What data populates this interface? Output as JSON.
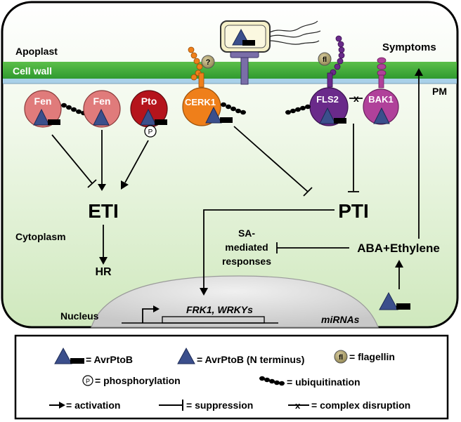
{
  "regions": {
    "apoplast": "Apoplast",
    "cell_wall": "Cell wall",
    "pm": "PM",
    "symptoms": "Symptoms",
    "cytoplasm": "Cytoplasm",
    "nucleus": "Nucleus",
    "mirnas": "miRNAs"
  },
  "receptors": {
    "fen1": "Fen",
    "fen2": "Fen",
    "pto": "Pto",
    "cerk1": "CERK1",
    "fls2": "FLS2",
    "bak1": "BAK1",
    "cerk1_ligand": "?",
    "fls2_ligand": "fl",
    "phospho": "P",
    "disruption_mark": "x"
  },
  "nodes": {
    "eti": "ETI",
    "pti": "PTI",
    "hr": "HR",
    "sa_line1": "SA-",
    "sa_line2": "mediated",
    "sa_line3": "responses",
    "aba": "ABA+Ethylene",
    "genes": "FRK1, WRKYs"
  },
  "legend": {
    "avrptob": "= AvrPtoB",
    "avrptob_n": "= AvrPtoB (N terminus)",
    "flagellin_icon": "fl",
    "flagellin": "= flagellin",
    "phospho_icon": "P",
    "phosphorylation": "= phosphorylation",
    "ubiquitination": "= ubiquitination",
    "activation": "= activation",
    "suppression": "= suppression",
    "disruption_icon": "x",
    "disruption": "= complex disruption"
  },
  "colors": {
    "fen": "#e07b7b",
    "pto": "#b5141c",
    "cerk1": "#ef7f1a",
    "fls2": "#6a2a8a",
    "bak1": "#b0419a",
    "effector": "#3b4f8c",
    "cell_wall": "#3aaa3a",
    "pm": "#a9d0e8",
    "nucleus": "#d6d6d6"
  }
}
